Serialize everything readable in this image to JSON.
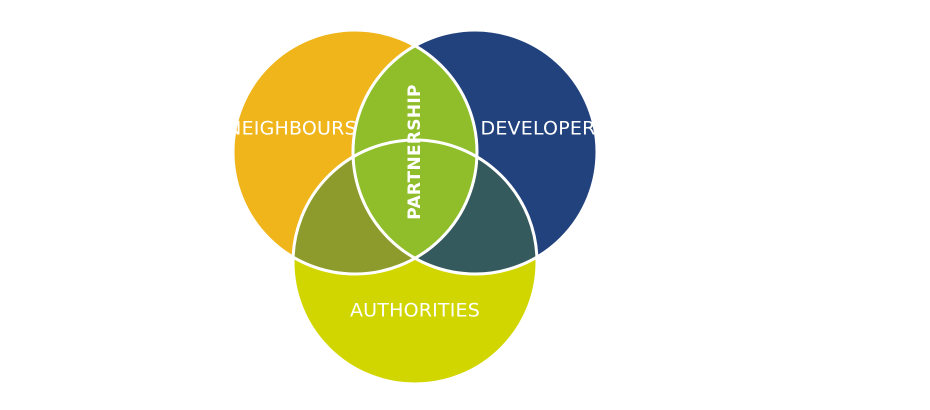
{
  "diagram": {
    "sets": [
      {
        "key": "neighbours",
        "label": "NEIGHBOURS",
        "color": "#efb51b"
      },
      {
        "key": "developer",
        "label": "DEVELOPER",
        "color": "#22427e"
      },
      {
        "key": "authorities",
        "label": "AUTHORITIES",
        "color": "#d2d600"
      }
    ],
    "overlaps": {
      "neighbours_developer": {
        "label": "PARTNERSHIP",
        "color": "#8fbe2a"
      },
      "neighbours_authorities": {
        "color": "#8d9b2d"
      },
      "developer_authorities": {
        "color": "#355a5e"
      },
      "center": {
        "color": "#8fbe2a"
      }
    },
    "stroke_color": "#ffffff"
  }
}
